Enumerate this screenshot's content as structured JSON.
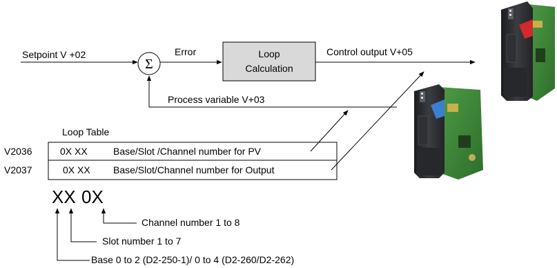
{
  "flow": {
    "setpoint": "Setpoint V +02",
    "sum_symbol": "Σ",
    "error": "Error",
    "loop_calc_line1": "Loop",
    "loop_calc_line2": "Calculation",
    "control_output": "Control output V+05",
    "process_variable": "Process variable V+03"
  },
  "loop_table": {
    "title": "Loop Table",
    "rows": [
      {
        "address": "V2036",
        "value": "0X XX",
        "description": "Base/Slot /Channel number for PV"
      },
      {
        "address": "V2037",
        "value": "0X XX",
        "description": "Base/Slot/Channel number for Output"
      }
    ]
  },
  "format": {
    "code_part1": "XX",
    "code_part2": "0X",
    "channel": "Channel number 1 to 8",
    "slot": "Slot number 1 to 7",
    "base": "Base 0 to 2 (D2-250-1)/ 0 to 4 (D2-260/D2-262)"
  },
  "colors": {
    "calc_box_fill": "#d9d9d9",
    "module_body": "#2b2d30",
    "pcb_green": "#3f8a3a",
    "output_module_accent": "#d12a2a",
    "input_module_accent": "#3b7fd0"
  }
}
